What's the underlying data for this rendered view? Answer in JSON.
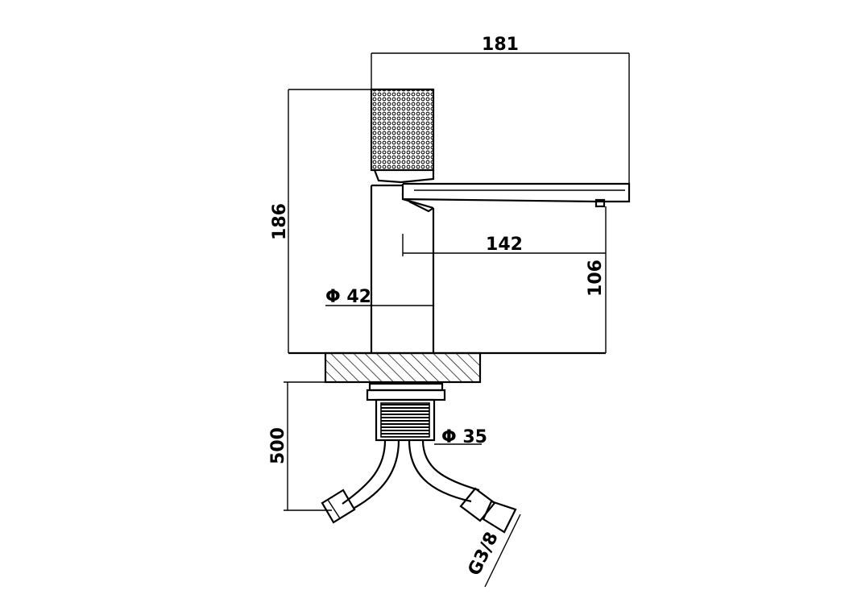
{
  "drawing": {
    "dimensions": {
      "total_length": "181",
      "total_height": "186",
      "spout_reach": "142",
      "spout_height": "106",
      "body_diameter": "Φ 42",
      "mount_diameter": "Φ 35",
      "hose_length": "500",
      "connector_thread": "G3/8"
    }
  }
}
